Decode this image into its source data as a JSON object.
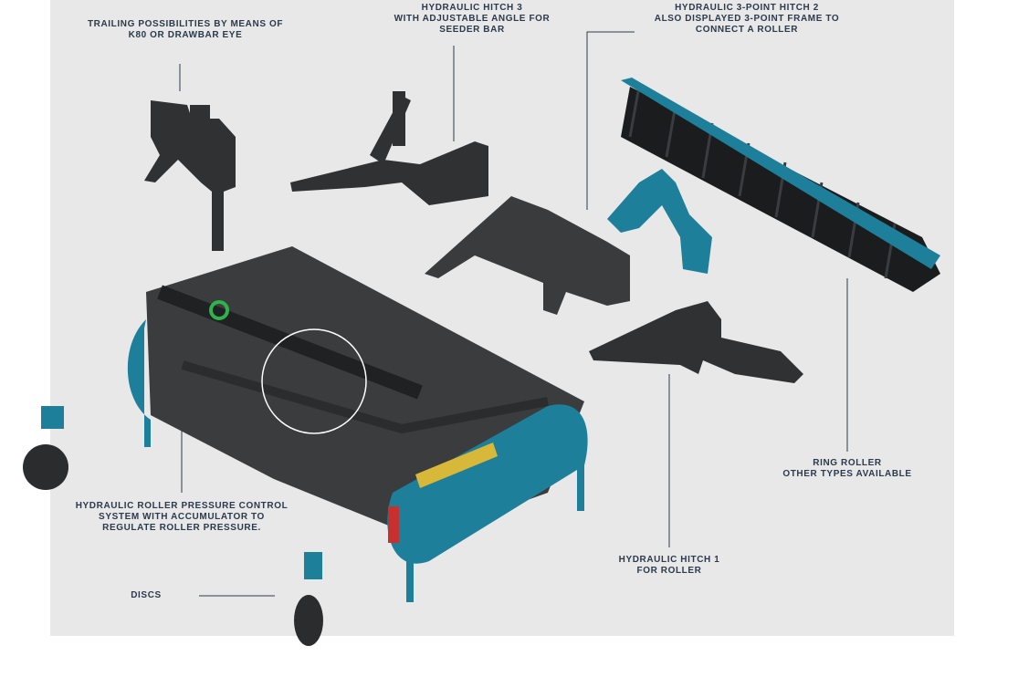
{
  "labels": {
    "trailing": [
      "TRAILING POSSIBILITIES BY MEANS OF",
      "K80 OR DRAWBAR EYE"
    ],
    "hitch3": [
      "HYDRAULIC HITCH 3",
      "WITH ADJUSTABLE ANGLE FOR",
      "SEEDER BAR"
    ],
    "hitch2": [
      "HYDRAULIC 3-POINT HITCH 2",
      "ALSO DISPLAYED 3-POINT FRAME TO",
      "CONNECT A ROLLER"
    ],
    "ring_roller": [
      "RING ROLLER",
      "OTHER TYPES AVAILABLE"
    ],
    "hitch1": [
      "HYDRAULIC HITCH 1",
      "FOR ROLLER"
    ],
    "pressure": [
      "HYDRAULIC ROLLER PRESSURE CONTROL",
      "SYSTEM WITH ACCUMULATOR TO",
      "REGULATE ROLLER PRESSURE."
    ],
    "discs": [
      "DISCS"
    ]
  },
  "colors": {
    "teal": "#1d7f9a",
    "dark": "#2f3133",
    "yellow": "#d8b838",
    "text": "#2b3a4c"
  }
}
